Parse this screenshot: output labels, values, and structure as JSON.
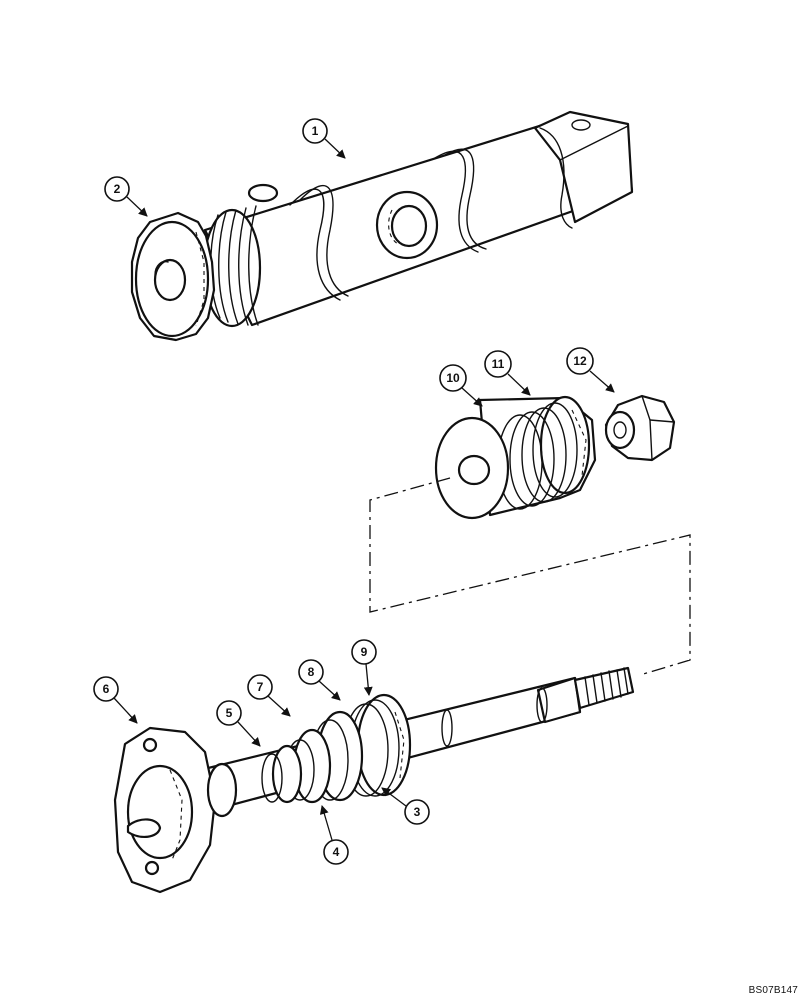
{
  "callouts": [
    "1",
    "2",
    "3",
    "4",
    "5",
    "6",
    "7",
    "8",
    "9",
    "10",
    "11",
    "12"
  ],
  "drawing_code": "BS07B147"
}
